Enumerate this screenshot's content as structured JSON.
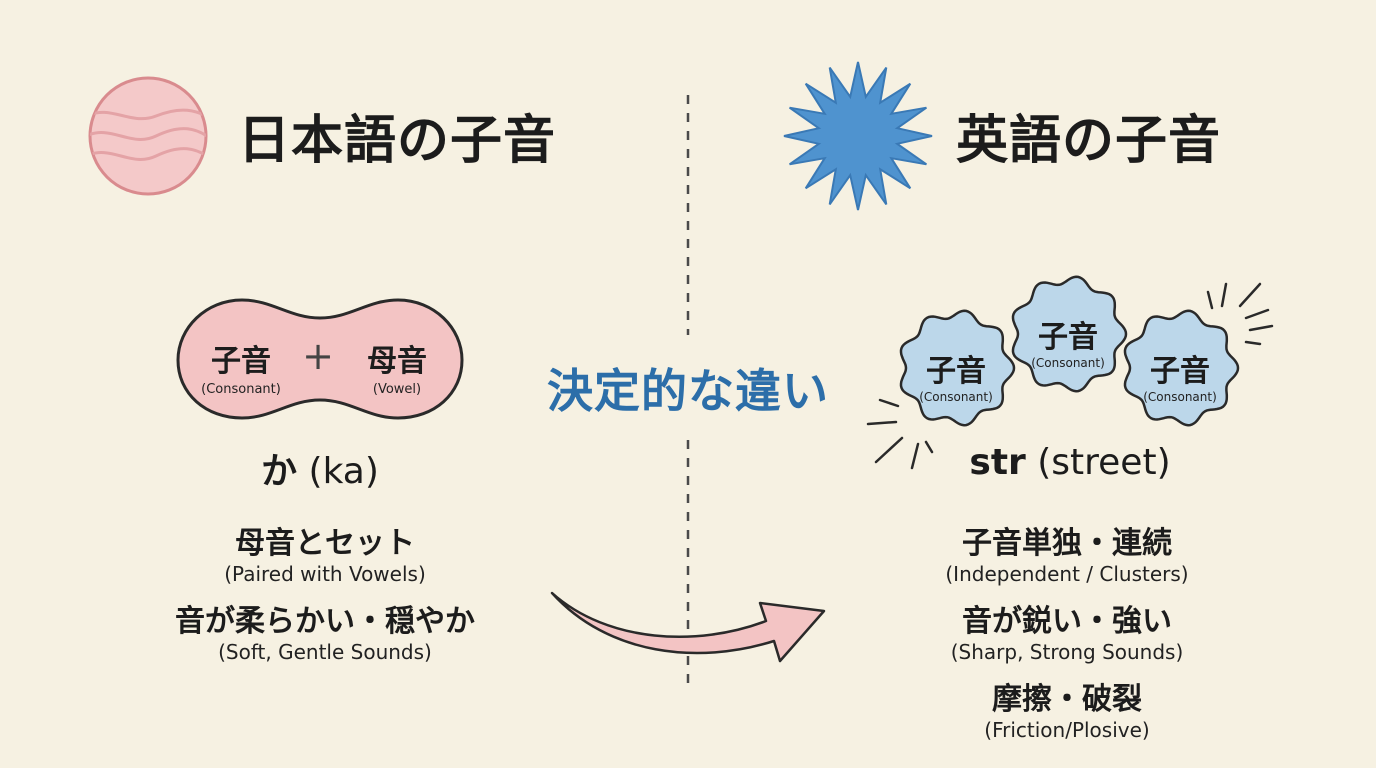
{
  "left": {
    "title": "日本語の子音",
    "pill": {
      "consonant": "子音",
      "consonant_en": "(Consonant)",
      "plus": "+",
      "vowel": "母音",
      "vowel_en": "(Vowel)"
    },
    "example_kana": "か",
    "example_romaji": " (ka)",
    "features": [
      {
        "jp": "母音とセット",
        "en": "(Paired with Vowels)"
      },
      {
        "jp": "音が柔らかい・穏やか",
        "en": "(Soft, Gentle Sounds)"
      }
    ]
  },
  "center": {
    "label": "決定的な違い"
  },
  "right": {
    "title": "英語の子音",
    "badges": [
      {
        "jp": "子音",
        "en": "(Consonant)"
      },
      {
        "jp": "子音",
        "en": "(Consonant)"
      },
      {
        "jp": "子音",
        "en": "(Consonant)"
      }
    ],
    "example_bold": "str",
    "example_rest": " (street)",
    "features": [
      {
        "jp": "子音単独・連続",
        "en": "(Independent / Clusters)"
      },
      {
        "jp": "音が鋭い・強い",
        "en": "(Sharp, Strong Sounds)"
      },
      {
        "jp": "摩擦・破裂",
        "en": "(Friction/Plosive)"
      }
    ]
  },
  "colors": {
    "background": "#f6f1e2",
    "pink_fill": "#f3c4c4",
    "pink_stroke": "#d98b8e",
    "blue_fill": "#bcd7ea",
    "blue_star": "#4f93cf",
    "accent_text": "#2c6ea9"
  }
}
